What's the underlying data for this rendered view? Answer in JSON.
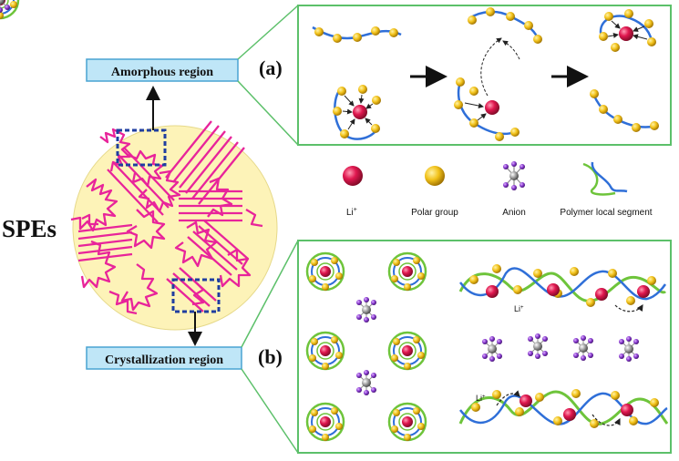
{
  "labels": {
    "spes": "SPEs",
    "amorphous_region": "Amorphous region",
    "crystallization_region": "Crystallization region",
    "panel_a": "(a)",
    "panel_b": "(b)"
  },
  "legend": [
    {
      "id": "li",
      "label": "Li",
      "superscript": "+",
      "icon": "red-sphere-icon"
    },
    {
      "id": "polar",
      "label": "Polar group",
      "icon": "gold-sphere-icon"
    },
    {
      "id": "anion",
      "label": "Anion",
      "icon": "anion-cluster-icon"
    },
    {
      "id": "polymer",
      "label": "Polymer local segment",
      "icon": "polymer-strand-icon"
    }
  ],
  "inline_labels": {
    "li_top": "Li",
    "li_bottom": "Li",
    "superscript": "+"
  },
  "colors": {
    "panel_border": "#5cc06a",
    "label_box_fill": "#bfe6f7",
    "label_box_border": "#49a4d2",
    "circle_fill": "#fdf3b8",
    "polymer_pink": "#e8249a",
    "dashed_box": "#1f3ea0",
    "li_red": "#e0174f",
    "polar_gold": "#f2c21a",
    "strand_blue": "#2f6fd8",
    "strand_green": "#6ec43b",
    "anion_purple": "#8a3bd1",
    "anion_gray": "#8c8c8c"
  }
}
